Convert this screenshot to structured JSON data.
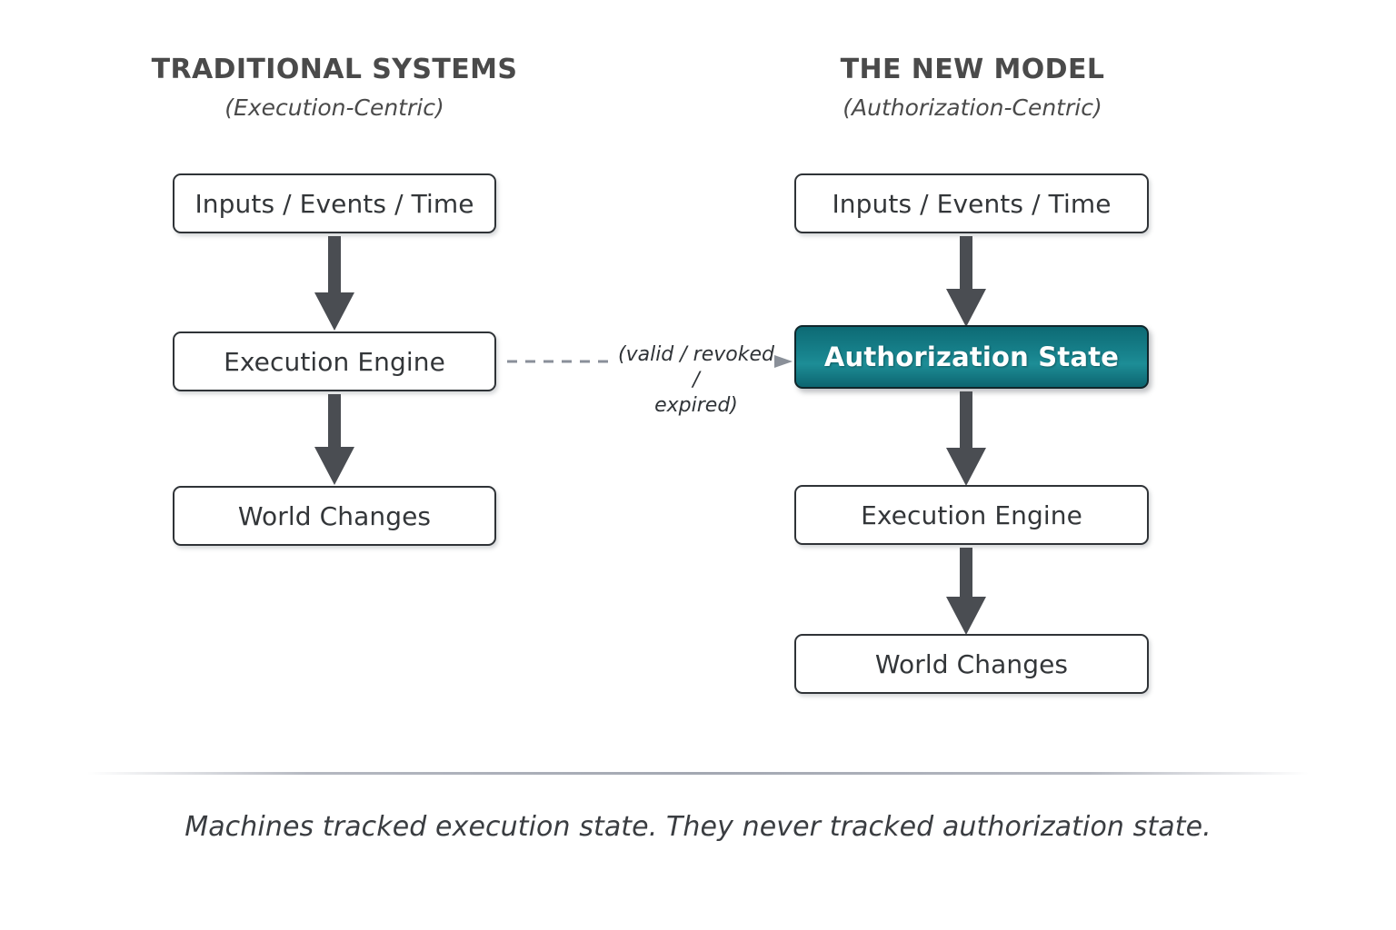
{
  "diagram": {
    "columns": [
      {
        "id": "traditional",
        "title": "TRADITIONAL SYSTEMS",
        "subtitle": "(Execution-Centric)",
        "nodes": [
          {
            "label": "Inputs / Events / Time",
            "style": "plain"
          },
          {
            "label": "Execution Engine",
            "style": "plain"
          },
          {
            "label": "World Changes",
            "style": "plain"
          }
        ]
      },
      {
        "id": "new-model",
        "title": "THE NEW MODEL",
        "subtitle": "(Authorization-Centric)",
        "nodes": [
          {
            "label": "Inputs / Events / Time",
            "style": "plain"
          },
          {
            "label": "Authorization State",
            "style": "highlight"
          },
          {
            "label": "Execution Engine",
            "style": "plain"
          },
          {
            "label": "World Changes",
            "style": "plain"
          }
        ]
      }
    ],
    "connector": {
      "label_line1": "(valid / revoked /",
      "label_line2": "expired)",
      "style": "dashed-arrow",
      "icon": "arrowhead-right-icon"
    },
    "arrow_icon": "arrow-down-icon",
    "caption": "Machines tracked execution state. They never tracked authorization state.",
    "colors": {
      "highlight_teal": "#18848e",
      "highlight_teal_dark": "#0c6570",
      "box_border": "#2f3337",
      "text": "#333639",
      "heading": "#4a4a4a",
      "arrow": "#4a4d52",
      "dashed_line": "#8a8f9a",
      "background": "#ffffff"
    }
  }
}
